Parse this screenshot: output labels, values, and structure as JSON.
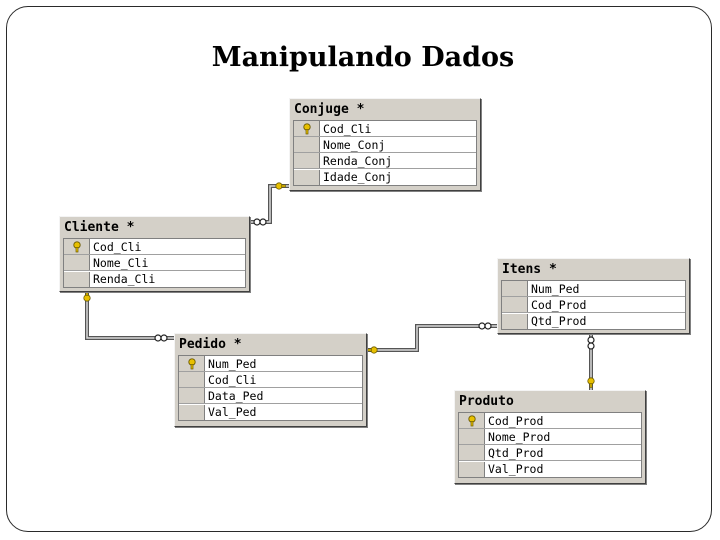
{
  "slide": {
    "title": "Manipulando Dados"
  },
  "tables": [
    {
      "name": "Conjuge *",
      "columns": [
        {
          "name": "Cod_Cli",
          "key": true
        },
        {
          "name": "Nome_Conj",
          "key": false
        },
        {
          "name": "Renda_Conj",
          "key": false
        },
        {
          "name": "Idade_Conj",
          "key": false
        }
      ]
    },
    {
      "name": "Cliente *",
      "columns": [
        {
          "name": "Cod_Cli",
          "key": true
        },
        {
          "name": "Nome_Cli",
          "key": false
        },
        {
          "name": "Renda_Cli",
          "key": false
        }
      ]
    },
    {
      "name": "Itens *",
      "columns": [
        {
          "name": "Num_Ped",
          "key": false
        },
        {
          "name": "Cod_Prod",
          "key": false
        },
        {
          "name": "Qtd_Prod",
          "key": false
        }
      ]
    },
    {
      "name": "Pedido *",
      "columns": [
        {
          "name": "Num_Ped",
          "key": true
        },
        {
          "name": "Cod_Cli",
          "key": false
        },
        {
          "name": "Data_Ped",
          "key": false
        },
        {
          "name": "Val_Ped",
          "key": false
        }
      ]
    },
    {
      "name": "Produto",
      "columns": [
        {
          "name": "Cod_Prod",
          "key": true
        },
        {
          "name": "Nome_Prod",
          "key": false
        },
        {
          "name": "Qtd_Prod",
          "key": false
        },
        {
          "name": "Val_Prod",
          "key": false
        }
      ]
    }
  ],
  "relationships": [
    {
      "from": "Cliente *",
      "to": "Conjuge *",
      "key_end": "Conjuge *"
    },
    {
      "from": "Cliente *",
      "to": "Pedido *",
      "key_end": "Cliente *"
    },
    {
      "from": "Pedido *",
      "to": "Itens *",
      "key_end": "Pedido *"
    },
    {
      "from": "Produto",
      "to": "Itens *",
      "key_end": "Produto"
    }
  ],
  "colors": {
    "table_bg": "#d4d0c8",
    "key_icon": "#e8c000",
    "line": "#555555"
  },
  "icons": {
    "primary_key": "key-icon",
    "relationship_key_end": "key-icon",
    "relationship_many_end": "infinity-icon"
  }
}
